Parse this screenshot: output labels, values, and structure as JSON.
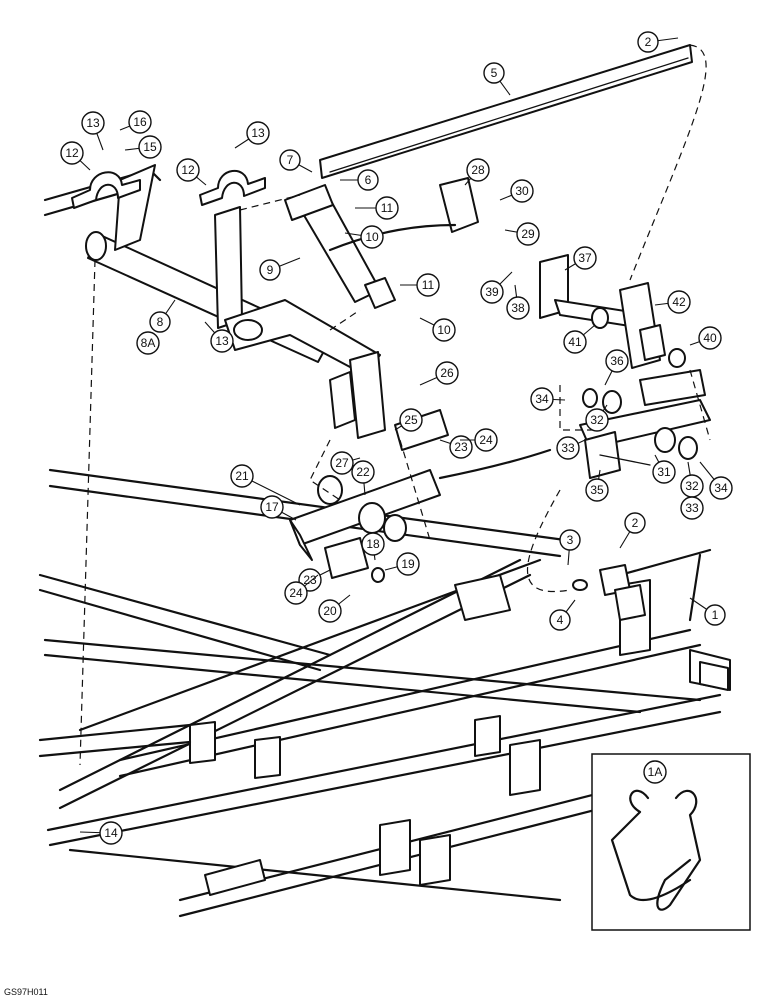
{
  "callouts": [
    {
      "id": "c1",
      "label": "1"
    },
    {
      "id": "c1a",
      "label": "1A"
    },
    {
      "id": "c2a",
      "label": "2"
    },
    {
      "id": "c2b",
      "label": "2"
    },
    {
      "id": "c3",
      "label": "3"
    },
    {
      "id": "c4",
      "label": "4"
    },
    {
      "id": "c5",
      "label": "5"
    },
    {
      "id": "c6",
      "label": "6"
    },
    {
      "id": "c7",
      "label": "7"
    },
    {
      "id": "c8",
      "label": "8"
    },
    {
      "id": "c8a",
      "label": "8A"
    },
    {
      "id": "c9",
      "label": "9"
    },
    {
      "id": "c10a",
      "label": "10"
    },
    {
      "id": "c10b",
      "label": "10"
    },
    {
      "id": "c11a",
      "label": "11"
    },
    {
      "id": "c11b",
      "label": "11"
    },
    {
      "id": "c12a",
      "label": "12"
    },
    {
      "id": "c12b",
      "label": "12"
    },
    {
      "id": "c13a",
      "label": "13"
    },
    {
      "id": "c13b",
      "label": "13"
    },
    {
      "id": "c13c",
      "label": "13"
    },
    {
      "id": "c14",
      "label": "14"
    },
    {
      "id": "c15",
      "label": "15"
    },
    {
      "id": "c16",
      "label": "16"
    },
    {
      "id": "c17",
      "label": "17"
    },
    {
      "id": "c18",
      "label": "18"
    },
    {
      "id": "c19",
      "label": "19"
    },
    {
      "id": "c20",
      "label": "20"
    },
    {
      "id": "c21",
      "label": "21"
    },
    {
      "id": "c22",
      "label": "22"
    },
    {
      "id": "c23a",
      "label": "23"
    },
    {
      "id": "c23b",
      "label": "23"
    },
    {
      "id": "c24a",
      "label": "24"
    },
    {
      "id": "c24b",
      "label": "24"
    },
    {
      "id": "c25",
      "label": "25"
    },
    {
      "id": "c26",
      "label": "26"
    },
    {
      "id": "c27",
      "label": "27"
    },
    {
      "id": "c28",
      "label": "28"
    },
    {
      "id": "c29",
      "label": "29"
    },
    {
      "id": "c30",
      "label": "30"
    },
    {
      "id": "c31",
      "label": "31"
    },
    {
      "id": "c32a",
      "label": "32"
    },
    {
      "id": "c32b",
      "label": "32"
    },
    {
      "id": "c33a",
      "label": "33"
    },
    {
      "id": "c33b",
      "label": "33"
    },
    {
      "id": "c34a",
      "label": "34"
    },
    {
      "id": "c34b",
      "label": "34"
    },
    {
      "id": "c35",
      "label": "35"
    },
    {
      "id": "c36",
      "label": "36"
    },
    {
      "id": "c37",
      "label": "37"
    },
    {
      "id": "c38",
      "label": "38"
    },
    {
      "id": "c39",
      "label": "39"
    },
    {
      "id": "c40",
      "label": "40"
    },
    {
      "id": "c41",
      "label": "41"
    },
    {
      "id": "c42",
      "label": "42"
    }
  ],
  "figure_code": "GS97H011"
}
